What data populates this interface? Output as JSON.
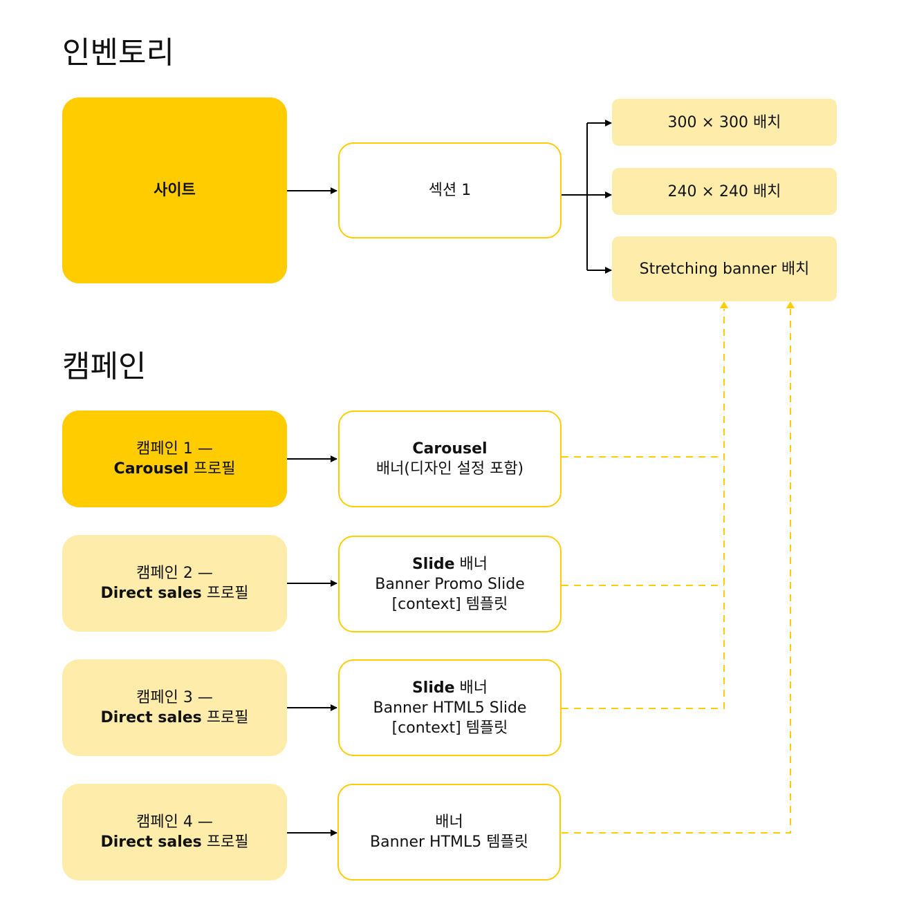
{
  "inventory": {
    "heading": "인벤토리",
    "site": {
      "label": "사이트"
    },
    "section": {
      "label": "섹션 1"
    },
    "placements": [
      {
        "label": "300 × 300 배치"
      },
      {
        "label": "240 × 240 배치"
      },
      {
        "label": "Stretching banner 배치"
      }
    ]
  },
  "campaigns": {
    "heading": "캠페인",
    "rows": [
      {
        "campaign_line1": "캠페인 1 —",
        "campaign_bold": "Carousel",
        "campaign_suffix": " 프로필",
        "banner_bold": "Carousel",
        "banner_bold_suffix": "",
        "banner_lines": [
          "배너(디자인 설정 포함)"
        ],
        "targets": "Stretching banner 배치"
      },
      {
        "campaign_line1": "캠페인 2 —",
        "campaign_bold": "Direct sales",
        "campaign_suffix": " 프로필",
        "banner_bold": "Slide",
        "banner_bold_suffix": " 배너",
        "banner_lines": [
          "Banner Promo Slide",
          "[context] 템플릿"
        ],
        "targets": "Stretching banner 배치"
      },
      {
        "campaign_line1": "캠페인 3 —",
        "campaign_bold": "Direct sales",
        "campaign_suffix": " 프로필",
        "banner_bold": "Slide",
        "banner_bold_suffix": " 배너",
        "banner_lines": [
          "Banner HTML5 Slide",
          "[context] 템플릿"
        ],
        "targets": "Stretching banner 배치"
      },
      {
        "campaign_line1": "캠페인 4 —",
        "campaign_bold": "Direct sales",
        "campaign_suffix": " 프로필",
        "banner_bold": "",
        "banner_bold_suffix": "",
        "banner_lines": [
          "배너",
          "Banner HTML5 템플릿"
        ],
        "targets": "Stretching banner 배치"
      }
    ]
  },
  "colors": {
    "accent": "#FFCC00",
    "pale": "#FEEDAA",
    "line": "#000000",
    "dashed": "#FFCC00"
  }
}
